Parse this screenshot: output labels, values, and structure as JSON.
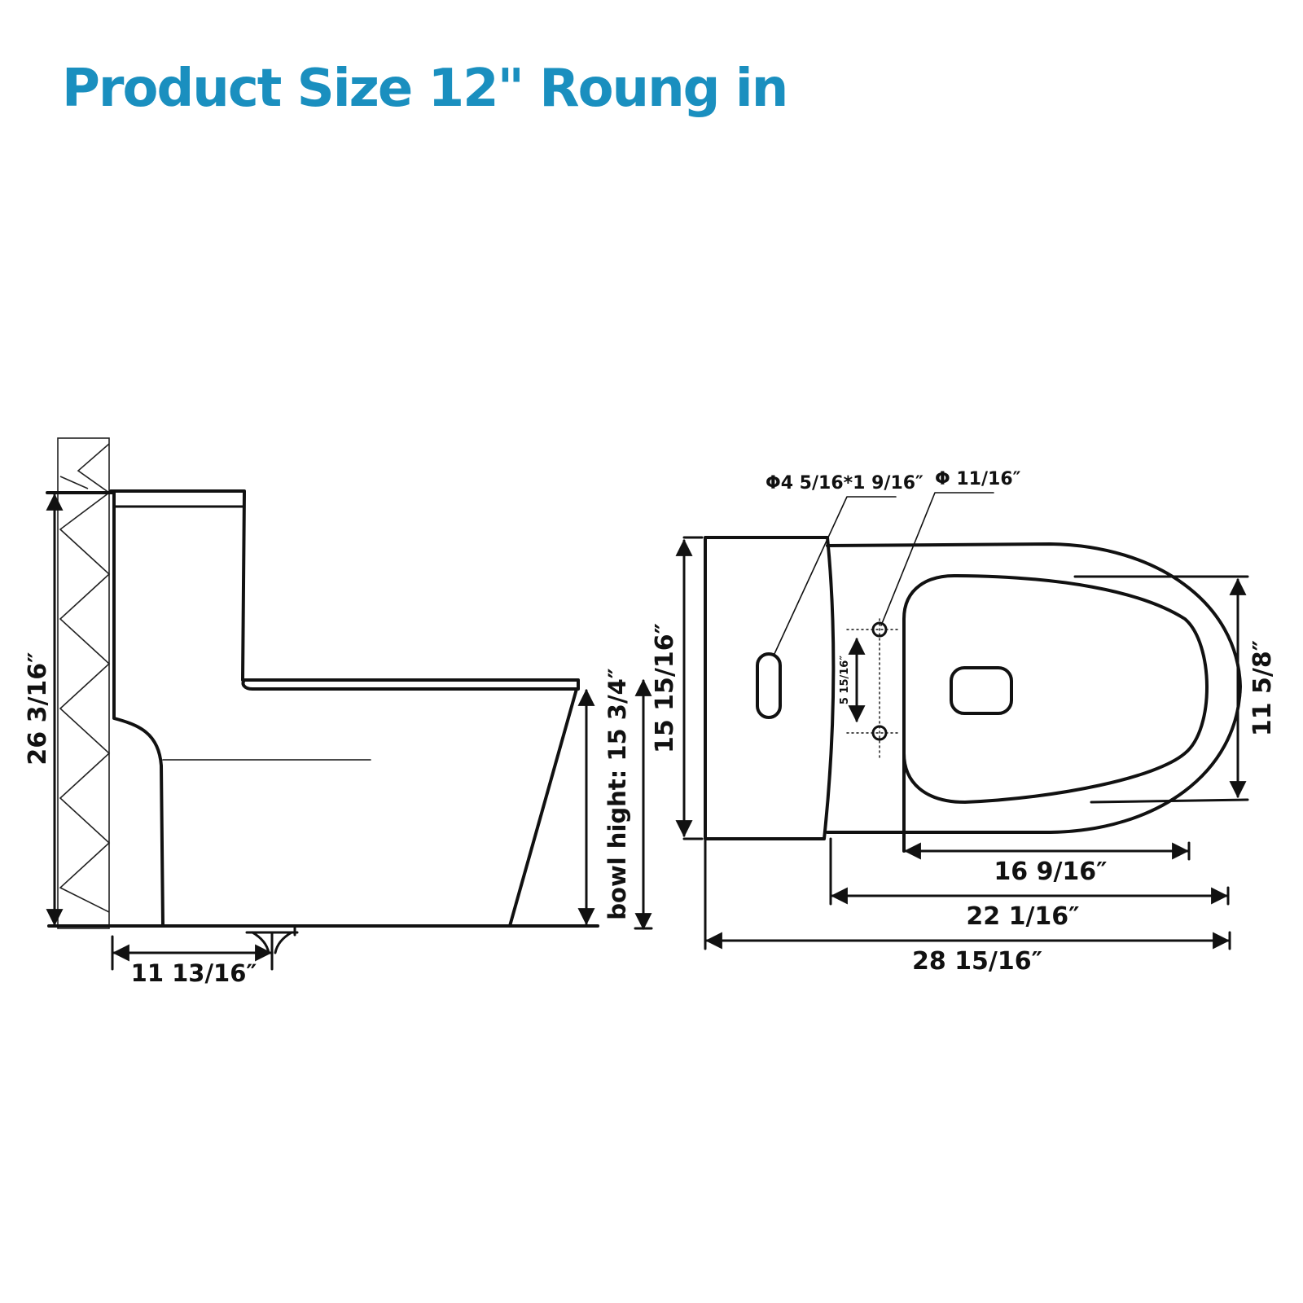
{
  "title": "Product Size 12\" Roung in",
  "side_view": {
    "total_height": "26 3/16″",
    "rough_in": "11 13/16″",
    "bowl_height": "bowl hight: 15 3/4″"
  },
  "top_view": {
    "button_hole": "Φ4 5/16*1 9/16″",
    "seat_hole": "Φ 11/16″",
    "seat_hole_spacing": "5 15/16″",
    "tank_depth": "15 15/16″",
    "bowl_width": "11 5/8″",
    "seat_length": "16 9/16″",
    "bowl_length": "22 1/16″",
    "total_length": "28 15/16″"
  }
}
